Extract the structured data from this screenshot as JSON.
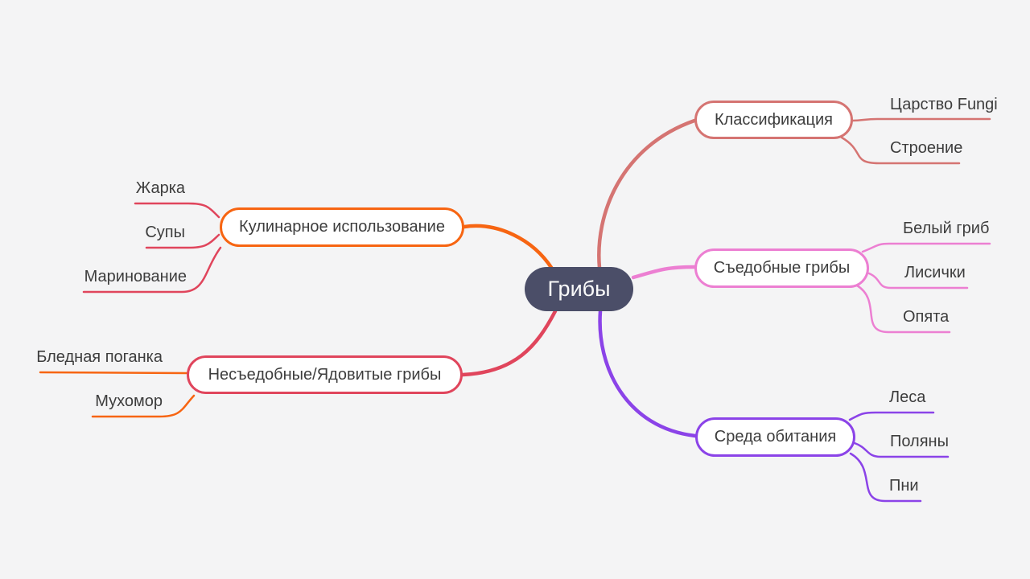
{
  "app": {
    "background_color": "#f4f4f5",
    "text_color": "#3d3d3d"
  },
  "root": {
    "label": "Грибы",
    "bg_color": "#4b4e68",
    "text_color": "#fafafa"
  },
  "branches": [
    {
      "id": "classification",
      "label": "Классификация",
      "color": "#d57472",
      "child_line_color": "#d57472",
      "children": [
        "Царство Fungi",
        "Строение"
      ]
    },
    {
      "id": "edible",
      "label": "Съедобные грибы",
      "color": "#ec7fd2",
      "child_line_color": "#ec7fd2",
      "children": [
        "Белый гриб",
        "Лисички",
        "Опята"
      ]
    },
    {
      "id": "habitat",
      "label": "Среда обитания",
      "color": "#8b43e8",
      "child_line_color": "#8b43e8",
      "children": [
        "Леса",
        "Поляны",
        "Пни"
      ]
    },
    {
      "id": "culinary",
      "label": "Кулинарное использование",
      "color": "#f76512",
      "child_line_color": "#e0455c",
      "children": [
        "Жарка",
        "Супы",
        "Маринование"
      ]
    },
    {
      "id": "inedible",
      "label": "Несъедобные/Ядовитые грибы",
      "color": "#e0455c",
      "child_line_color": "#f76512",
      "children": [
        "Бледная поганка",
        "Мухомор"
      ]
    }
  ]
}
